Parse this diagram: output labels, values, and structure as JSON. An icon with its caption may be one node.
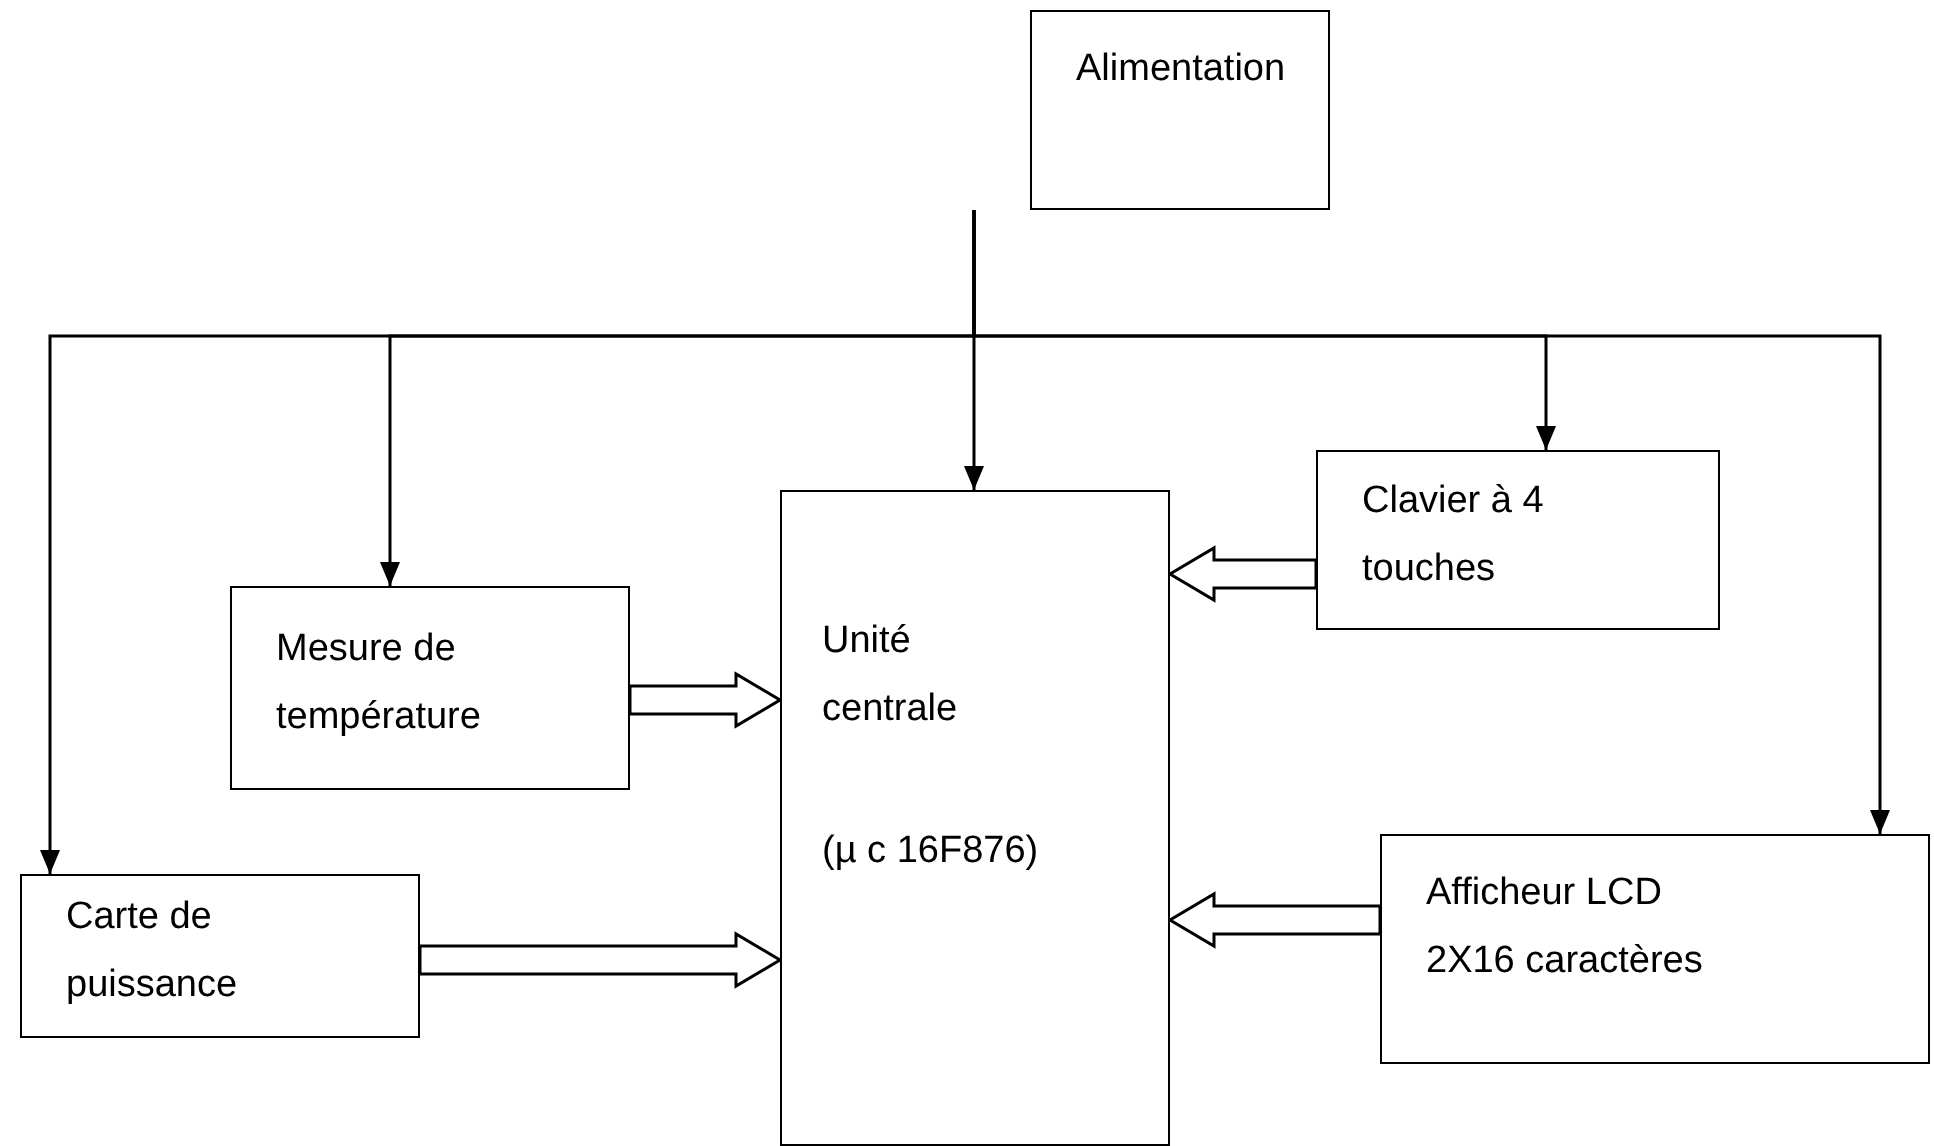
{
  "diagram": {
    "nodes": [
      {
        "text": [
          "Alimentation"
        ]
      },
      {
        "text": [
          "Clavier à 4 touches"
        ]
      },
      {
        "text": [
          "Mesure de température"
        ]
      },
      {
        "text": [
          "Unité centrale",
          "(µ c 16F876)"
        ]
      },
      {
        "text": [
          "Carte de puissance"
        ]
      },
      {
        "text": [
          "Afficheur LCD 2X16 caractères"
        ]
      }
    ],
    "edges": [
      {
        "from": 0,
        "to": 3,
        "arrow": "to"
      },
      {
        "from": 0,
        "to": 2,
        "arrow": "to"
      },
      {
        "from": 0,
        "to": 4,
        "arrow": "to"
      },
      {
        "from": 0,
        "to": 1,
        "arrow": "to"
      },
      {
        "from": 0,
        "to": 5,
        "arrow": "to"
      },
      {
        "from": 2,
        "to": 3,
        "arrow": "to",
        "style": "thick"
      },
      {
        "from": 4,
        "to": 3,
        "arrow": "to",
        "style": "thick"
      },
      {
        "from": 1,
        "to": 3,
        "arrow": "to",
        "style": "thick"
      },
      {
        "from": 5,
        "to": 3,
        "arrow": "to",
        "style": "thick"
      }
    ]
  }
}
